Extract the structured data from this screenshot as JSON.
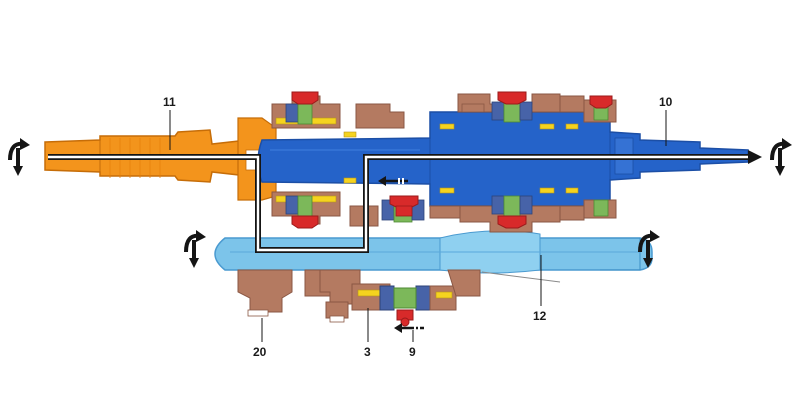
{
  "callouts": {
    "part_10": "10",
    "part_11": "11",
    "part_12": "12",
    "part_20": "20",
    "part_3": "3",
    "part_9": "9"
  },
  "colors": {
    "main_shaft": "#2563c9",
    "main_shaft_dark": "#1c4fa6",
    "input_shaft": "#f3941c",
    "counter_shaft": "#7cc4ea",
    "counter_shaft_dark": "#4a9ad0",
    "gear_bronze": "#b47a61",
    "synchro_red": "#d82a2a",
    "synchro_yellow": "#f5d31f",
    "bearing_green": "#7cb85a",
    "power_flow": "#151515"
  },
  "icons": [
    "rotation-arrow-icon",
    "shift-direction-arrow-icon"
  ]
}
